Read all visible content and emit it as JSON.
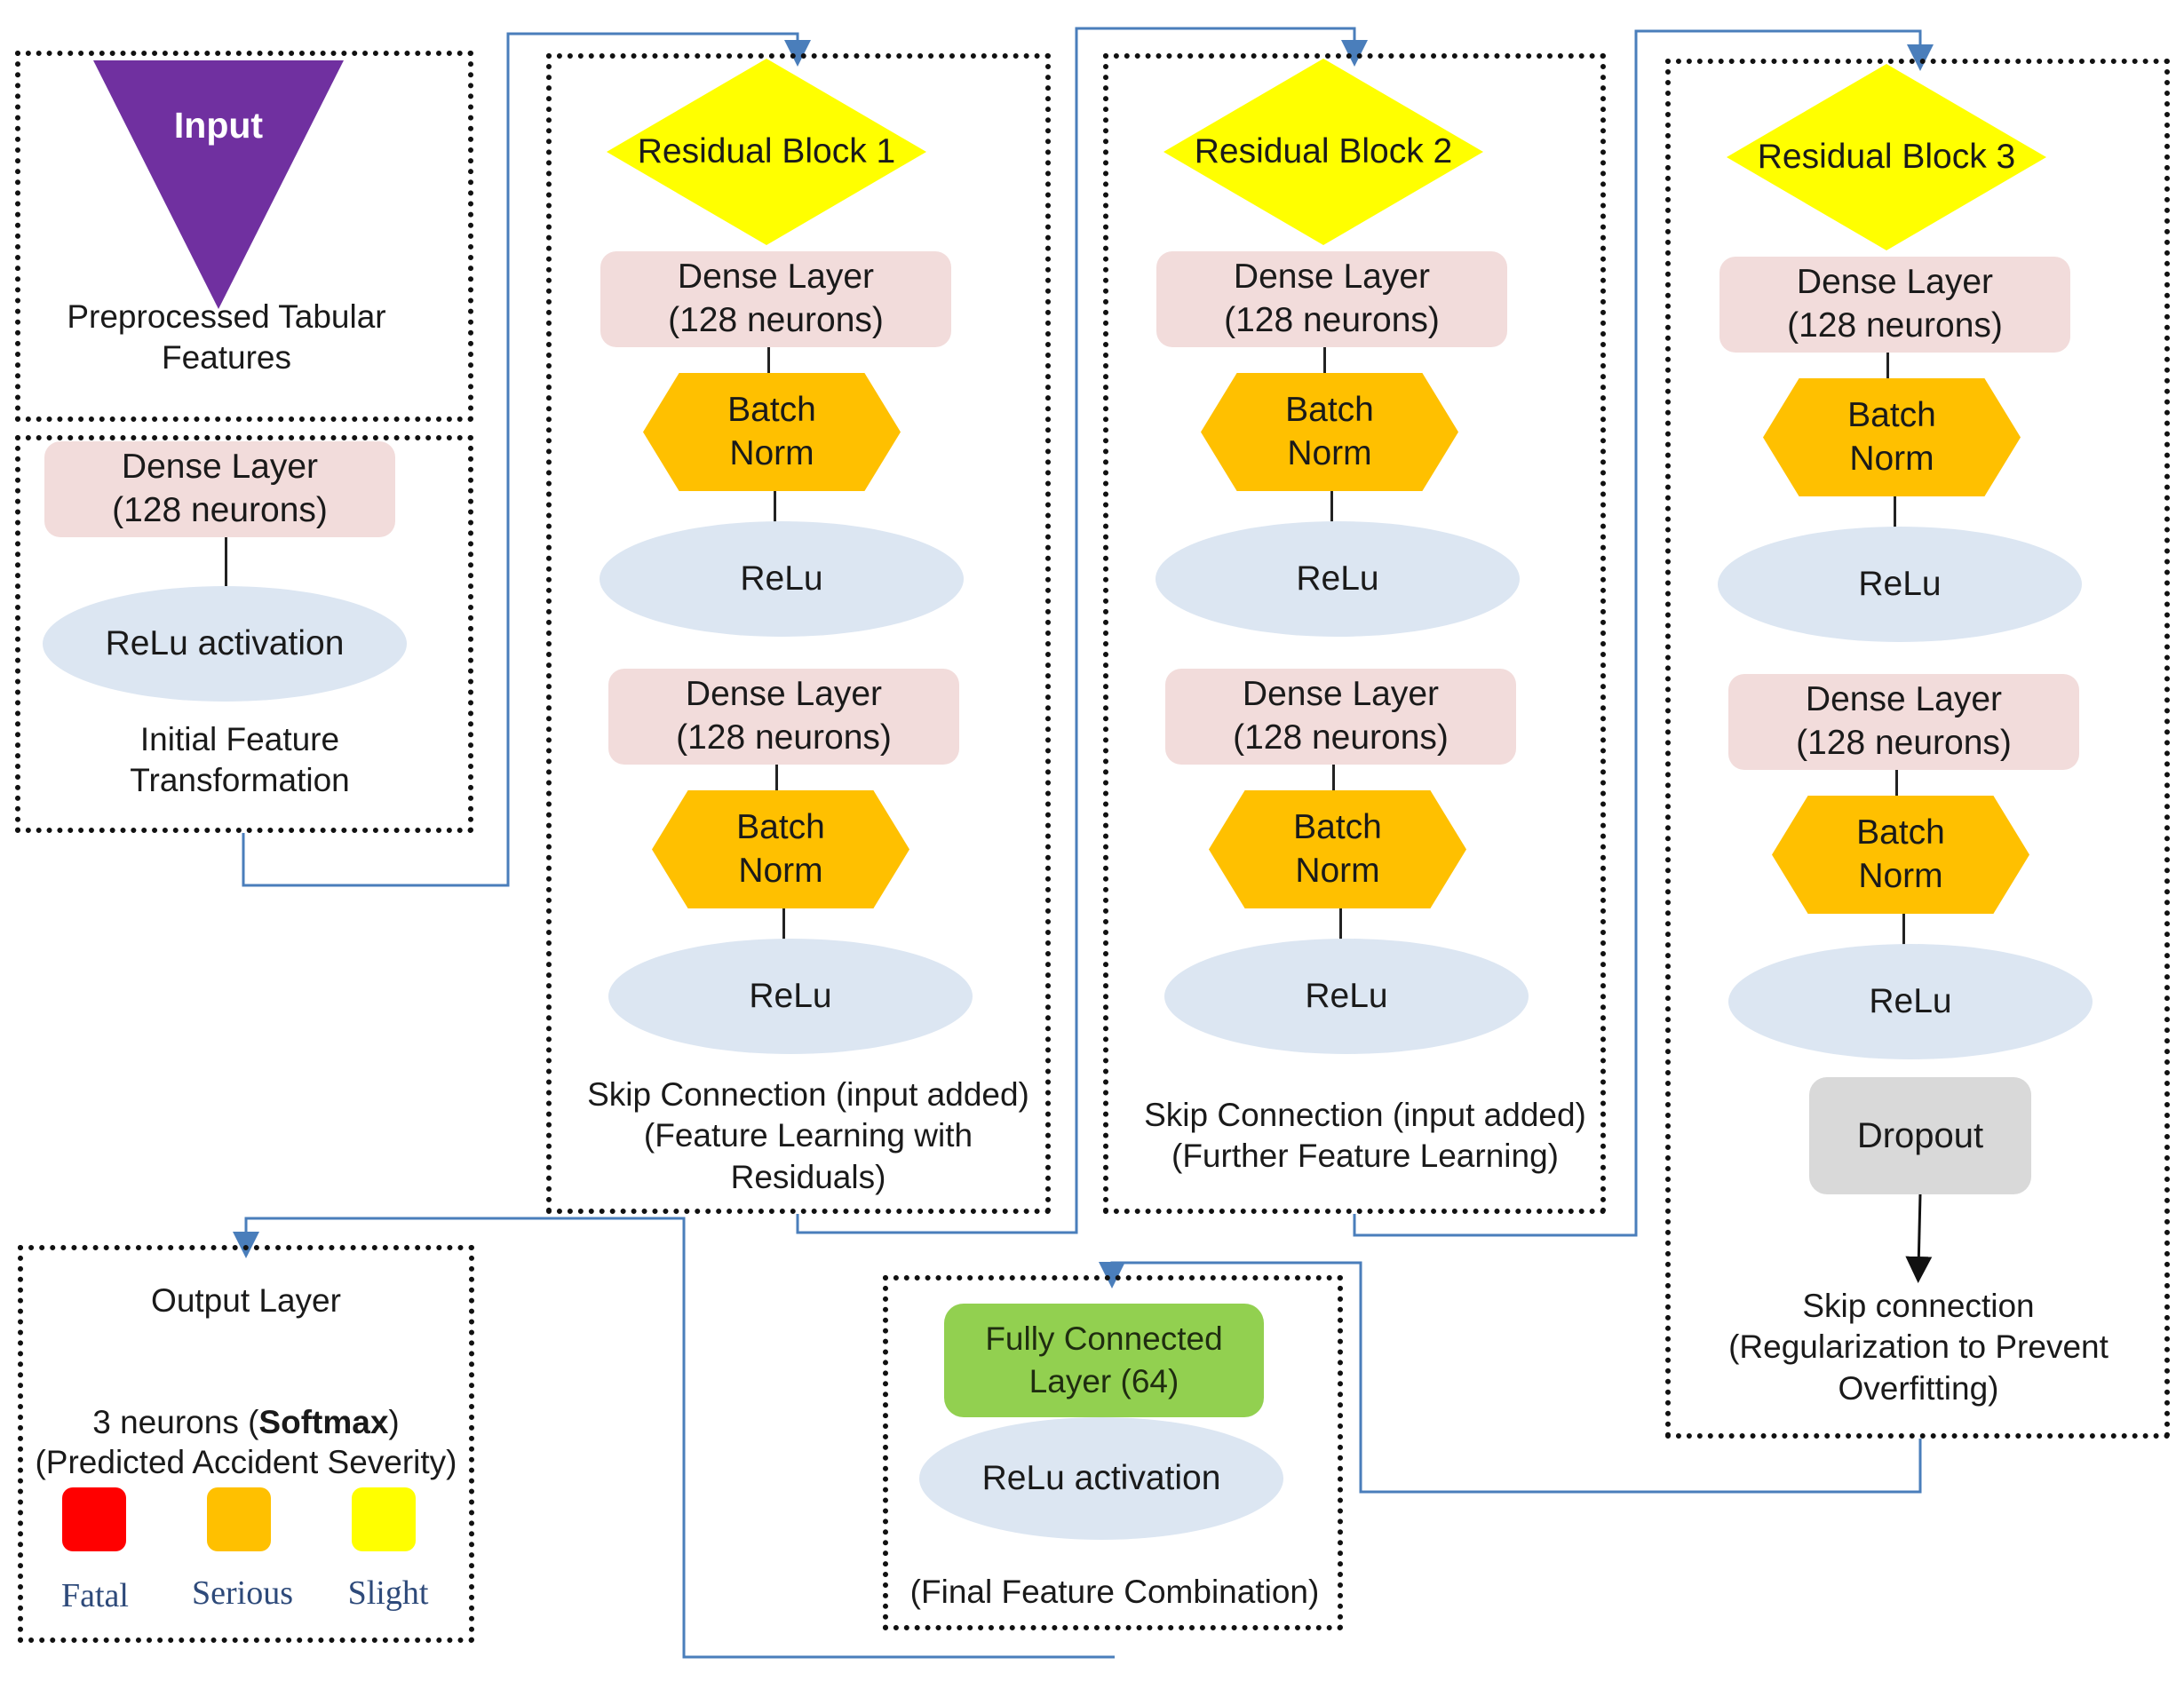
{
  "colors": {
    "frame": "#111111",
    "connector": "#4a7ebb",
    "dense": "#f2dcdb",
    "relu": "#dce6f2",
    "batch_norm": "#ffc000",
    "residual": "#ffff00",
    "input": "#7030a0",
    "fully_connected": "#92d050",
    "dropout": "#d9d9d9",
    "fatal": "#ff0000",
    "serious": "#ffc000",
    "slight": "#ffff00"
  },
  "input_block": {
    "triangle_label": "Input",
    "caption": "Preprocessed Tabular\nFeatures"
  },
  "initial_block": {
    "dense": "Dense Layer\n(128 neurons)",
    "relu": "ReLu activation",
    "caption": "Initial Feature\nTransformation"
  },
  "block1": {
    "title": "Residual Block 1",
    "dense1": "Dense Layer\n(128 neurons)",
    "bn1": "Batch\nNorm",
    "relu1": "ReLu",
    "dense2": "Dense Layer\n(128 neurons)",
    "bn2": "Batch\nNorm",
    "relu2": "ReLu",
    "caption": "Skip Connection (input added)\n(Feature Learning with\nResiduals)"
  },
  "block2": {
    "title": "Residual Block 2",
    "dense1": "Dense Layer\n(128 neurons)",
    "bn1": "Batch\nNorm",
    "relu1": "ReLu",
    "dense2": "Dense Layer\n(128 neurons)",
    "bn2": "Batch\nNorm",
    "relu2": "ReLu",
    "caption": "Skip Connection (input added)\n(Further Feature Learning)"
  },
  "block3": {
    "title": "Residual Block 3",
    "dense1": "Dense Layer\n(128 neurons)",
    "bn1": "Batch\nNorm",
    "relu1": "ReLu",
    "dense2": "Dense Layer\n(128 neurons)",
    "bn2": "Batch\nNorm",
    "relu2": "ReLu",
    "dropout": "Dropout",
    "caption": "Skip connection\n(Regularization to Prevent\nOverfitting)"
  },
  "fc_block": {
    "fc": "Fully Connected\nLayer (64)",
    "relu": "ReLu activation",
    "caption": "(Final Feature Combination)"
  },
  "output_block": {
    "title": "Output Layer",
    "neurons_prefix": "3 neurons (",
    "neurons_bold": "Softmax",
    "neurons_suffix": ")",
    "caption": "(Predicted Accident Severity)",
    "classes": [
      "Fatal",
      "Serious",
      "Slight"
    ]
  }
}
